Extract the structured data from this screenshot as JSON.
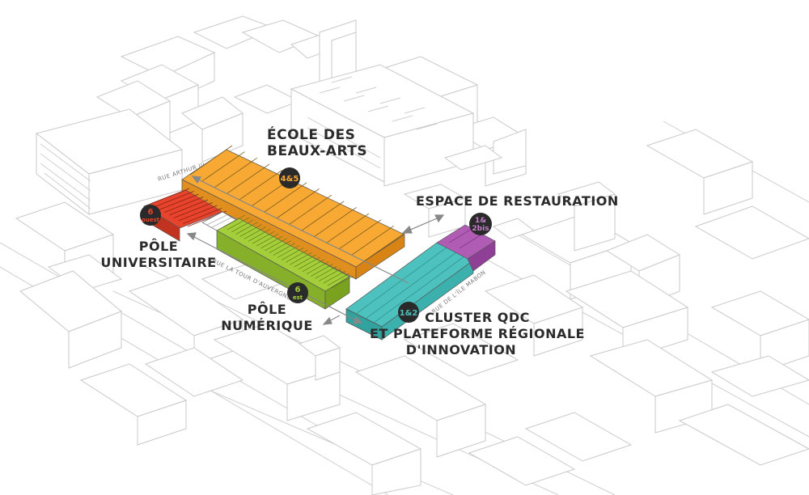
{
  "labels": {
    "ecole_line1": "ÉCOLE DES",
    "ecole_line2": "BEAUX-ARTS",
    "espace": "ESPACE DE RESTAURATION",
    "pole_univ_line1": "PÔLE",
    "pole_univ_line2": "UNIVERSITAIRE",
    "pole_num_line1": "PÔLE",
    "pole_num_line2": "NUMÉRIQUE",
    "cluster_line1": "CLUSTER QDC",
    "cluster_line2": "ET PLATEFORME RÉGIONALE",
    "cluster_line3": "D'INNOVATION"
  },
  "streets": {
    "arthur": "RUE ARTHUR III",
    "tour": "RUE LA TOUR D'AUVERGNE",
    "ile": "RUE DE L'ÎLE MABON"
  },
  "badges": {
    "b45": "4&5",
    "b6o_num": "6",
    "b6o_sub": "ouest",
    "b6e_num": "6",
    "b6e_sub": "est",
    "b12": "1&2",
    "b12bis_l1": "1&",
    "b12bis_l2": "2bis"
  },
  "colors": {
    "orange": "#f7a934",
    "red": "#e8432c",
    "green": "#a5cf3a",
    "teal": "#4dc1bd",
    "purple": "#b05cb5",
    "badge": "#2a2a2a",
    "badge_orange_text": "#f7a934",
    "badge_red_text": "#e8432c",
    "badge_green_text": "#a5cf3a",
    "badge_purple_text": "#c77fcb",
    "badge_teal_text": "#4dc1bd"
  }
}
